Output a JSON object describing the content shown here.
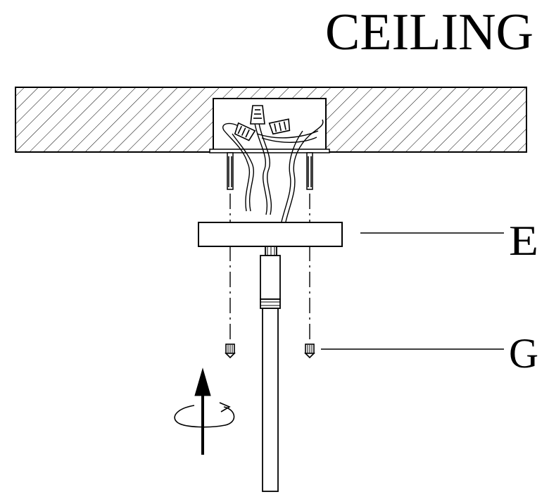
{
  "title": "CEILING",
  "labels": {
    "canopy": "E",
    "screw": "G"
  },
  "colors": {
    "line": "#000000",
    "background": "#ffffff"
  },
  "icons": {
    "rotation": "rotate-clockwise-icon",
    "direction": "arrow-up-icon"
  }
}
